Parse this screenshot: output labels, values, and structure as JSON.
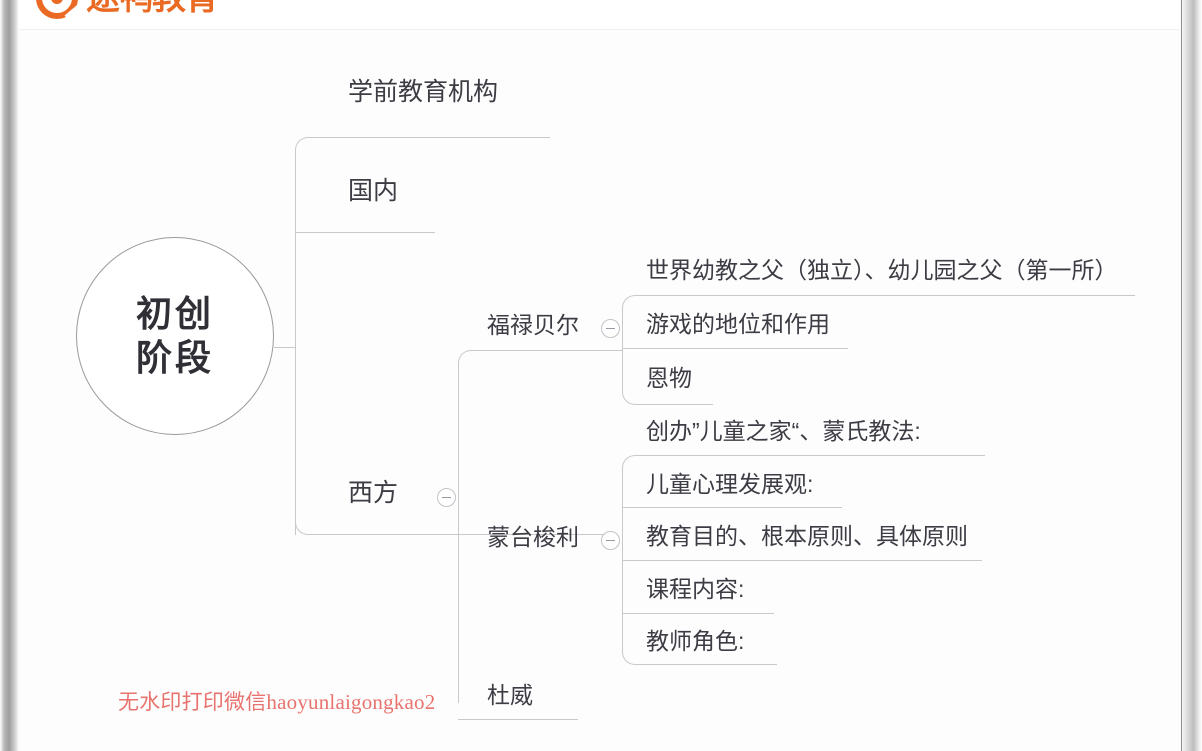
{
  "brand": {
    "logo_icon": "target-circle-icon",
    "logo_text": "途鸭教育",
    "logo_color": "#ea6a23"
  },
  "mindmap": {
    "root": {
      "label_line1": "初创",
      "label_line2": "阶段",
      "shape": "circle"
    },
    "branches": [
      {
        "id": "preschool-institutions",
        "label": "学前教育机构",
        "level": 1,
        "has_toggle": false,
        "children": []
      },
      {
        "id": "domestic",
        "label": "国内",
        "level": 1,
        "has_toggle": false,
        "children": []
      },
      {
        "id": "western",
        "label": "西方",
        "level": 1,
        "has_toggle": true,
        "toggle_state": "expanded",
        "children": [
          {
            "id": "froebel",
            "label": "福禄贝尔",
            "level": 2,
            "has_toggle": true,
            "toggle_state": "expanded",
            "children": [
              {
                "id": "froebel-1",
                "label": "世界幼教之父（独立）、幼儿园之父（第一所）",
                "level": 3
              },
              {
                "id": "froebel-2",
                "label": "游戏的地位和作用",
                "level": 3
              },
              {
                "id": "froebel-3",
                "label": "恩物",
                "level": 3
              }
            ]
          },
          {
            "id": "montessori",
            "label": "蒙台梭利",
            "level": 2,
            "has_toggle": true,
            "toggle_state": "expanded",
            "children": [
              {
                "id": "montessori-1",
                "label": "创办”儿童之家“、蒙氏教法:",
                "level": 3
              },
              {
                "id": "montessori-2",
                "label": "儿童心理发展观:",
                "level": 3
              },
              {
                "id": "montessori-3",
                "label": "教育目的、根本原则、具体原则",
                "level": 3
              },
              {
                "id": "montessori-4",
                "label": "课程内容:",
                "level": 3
              },
              {
                "id": "montessori-5",
                "label": "教师角色:",
                "level": 3
              }
            ]
          },
          {
            "id": "dewey",
            "label": "杜威",
            "level": 2,
            "has_toggle": false,
            "children": []
          }
        ]
      }
    ],
    "line_color": "#c9c9c9",
    "text_color": "#3c3c44"
  },
  "watermark": {
    "text": "无水印打印微信haoyunlaigongkao2",
    "color": "#e8736e"
  }
}
